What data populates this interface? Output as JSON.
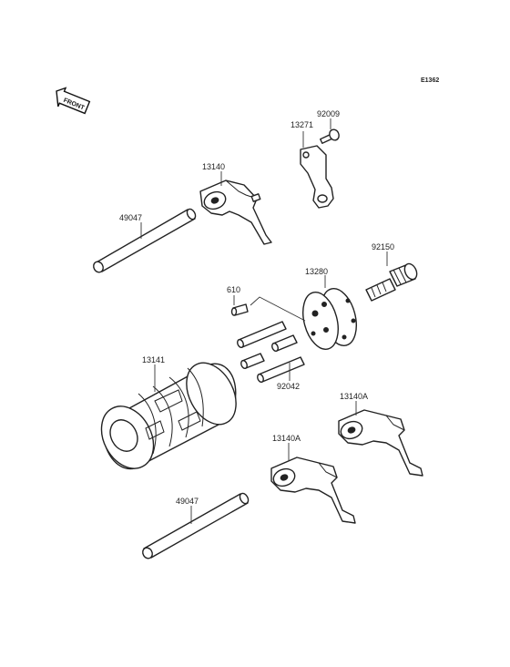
{
  "diagram_code": "E1362",
  "front_label": "FRONT",
  "parts": {
    "shaft_upper": "49047",
    "fork_upper": "13140",
    "plate": "13271",
    "bolt_small": "92009",
    "bolt_large": "92150",
    "cam": "13280",
    "pin_single": "610",
    "drum": "13141",
    "pins_group": "92042",
    "fork_right": "13140A",
    "fork_middle": "13140A",
    "shaft_lower": "49047"
  }
}
